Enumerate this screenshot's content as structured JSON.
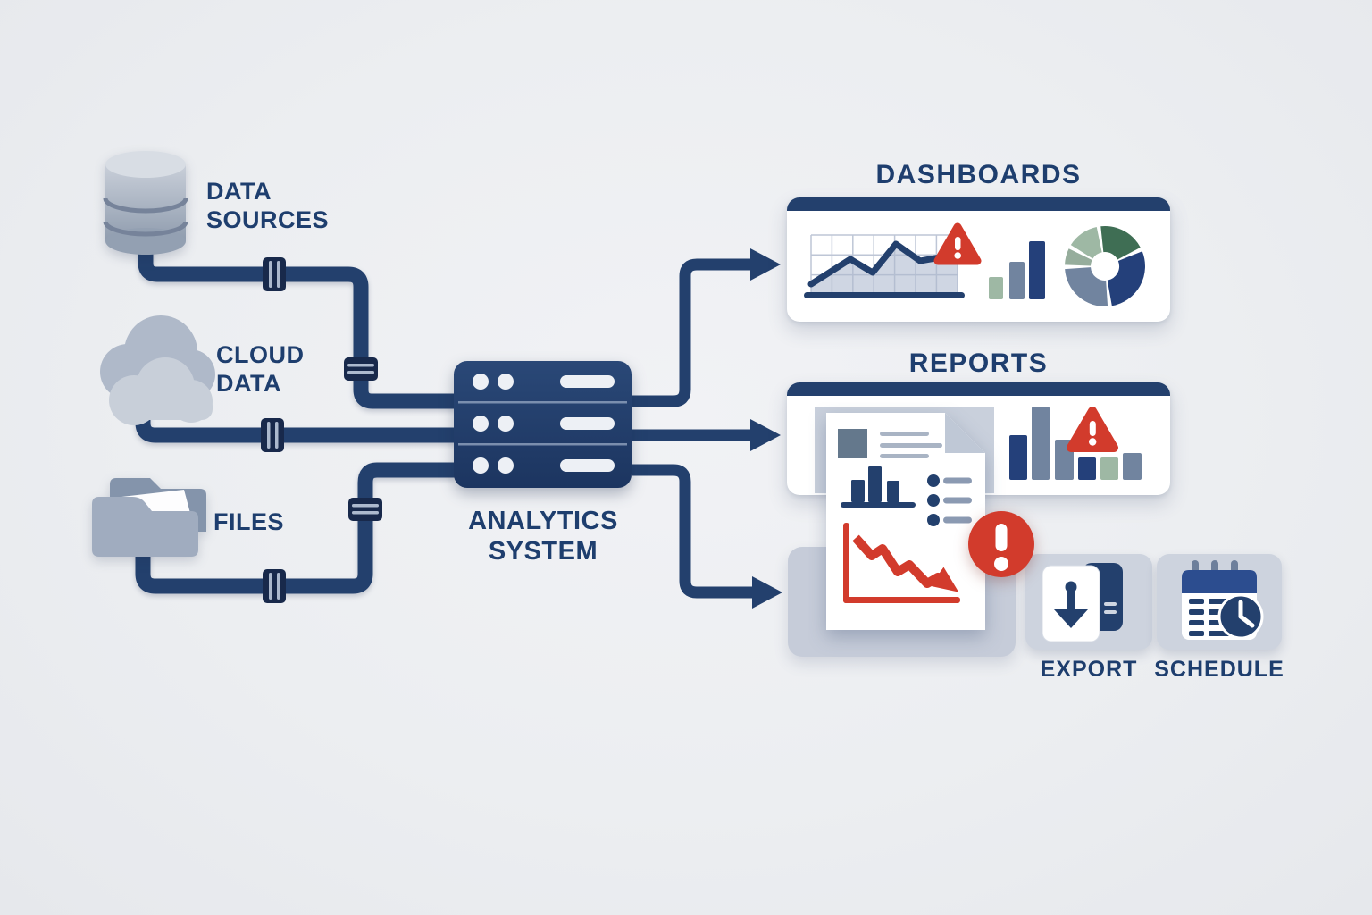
{
  "palette": {
    "bg": "#ECEEF1",
    "navy": "#23406D",
    "navy_dark": "#18294B",
    "text_navy": "#1E3E6E",
    "red": "#D23B2C",
    "sage": "#9EB8A4",
    "green_dark": "#3F6E54",
    "blue_gray": "#71849F",
    "donut_navy": "#24407A",
    "panel_gray": "#C6CCD9",
    "button_gray": "#CDD3DE"
  },
  "sources": [
    {
      "name": "database",
      "icon": "database-icon",
      "label_lines": [
        "DATA",
        "SOURCES"
      ]
    },
    {
      "name": "cloud",
      "icon": "cloud-icon",
      "label_lines": [
        "CLOUD",
        "DATA"
      ]
    },
    {
      "name": "files",
      "icon": "folder-icon",
      "label_lines": [
        "FILES"
      ]
    }
  ],
  "system": {
    "icon": "server-icon",
    "label_lines": [
      "ANALYTICS",
      "SYSTEM"
    ]
  },
  "panels": [
    {
      "name": "dashboards",
      "title": "DASHBOARDS",
      "icons": [
        "line-chart-icon",
        "warning-triangle-icon",
        "bar-chart-icon",
        "donut-chart-icon"
      ]
    },
    {
      "name": "reports",
      "title": "REPORTS",
      "icons": [
        "report-document-icon",
        "bar-chart-icon",
        "warning-triangle-icon"
      ]
    }
  ],
  "trend_report": {
    "icons": [
      "report-document-icon",
      "declining-chart-icon",
      "alert-circle-icon"
    ]
  },
  "actions": [
    {
      "name": "export",
      "icon": "export-icon",
      "label": "EXPORT"
    },
    {
      "name": "schedule",
      "icon": "calendar-clock-icon",
      "label": "SCHEDULE"
    }
  ]
}
